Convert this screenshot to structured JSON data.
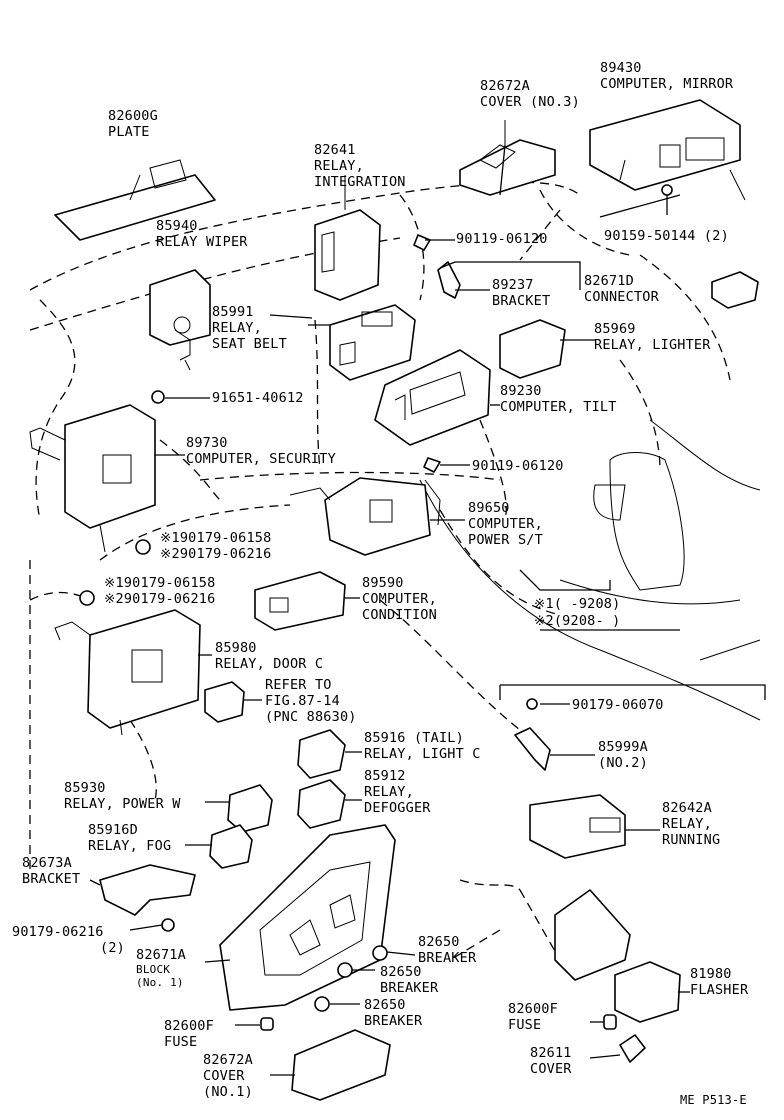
{
  "labels": {
    "plate": [
      "82600G",
      "PLATE"
    ],
    "cover3": [
      "82672A",
      "COVER (NO.3)"
    ],
    "mirror": [
      "89430",
      "COMPUTER, MIRROR"
    ],
    "integration": [
      "82641",
      "RELAY,",
      "INTEGRATION"
    ],
    "wiper": [
      "85940",
      "RELAY WIPER"
    ],
    "bolt1": [
      "90119-06120"
    ],
    "bolt2": [
      "90159-50144 (2)"
    ],
    "connector": [
      "82671D",
      "CONNECTOR"
    ],
    "bracket": [
      "89237",
      "BRACKET"
    ],
    "seatbelt": [
      "85991",
      "RELAY,",
      "SEAT BELT"
    ],
    "lighter": [
      "85969",
      "RELAY, LIGHTER"
    ],
    "bolt3": [
      "91651-40612"
    ],
    "tilt": [
      "89230",
      "COMPUTER, TILT"
    ],
    "security": [
      "89730",
      "COMPUTER, SECURITY"
    ],
    "bolt4": [
      "90119-06120"
    ],
    "powerst": [
      "89650",
      "COMPUTER,",
      "POWER S/T"
    ],
    "nut1": [
      "※190179-06158",
      "※290179-06216"
    ],
    "nut2": [
      "※190179-06158",
      "※290179-06216"
    ],
    "condition": [
      "89590",
      "COMPUTER,",
      "CONDITION"
    ],
    "ref1": [
      "※1(        -9208)"
    ],
    "ref2": [
      "※2(9208-        )"
    ],
    "doorc": [
      "85980",
      "RELAY, DOOR C"
    ],
    "refer": [
      "REFER TO",
      "FIG.87-14",
      "(PNC 88630)"
    ],
    "nut3": [
      "90179-06070"
    ],
    "tail": [
      "85916 (TAIL)",
      "RELAY, LIGHT C"
    ],
    "no2": [
      "85999A",
      "(NO.2)"
    ],
    "powerw": [
      "85930",
      "RELAY, POWER W"
    ],
    "defogger": [
      "85912",
      "RELAY,",
      "DEFOGGER"
    ],
    "running": [
      "82642A",
      "RELAY,",
      "RUNNING"
    ],
    "fog": [
      "85916D",
      "RELAY, FOG"
    ],
    "bracket2": [
      "82673A",
      "BRACKET"
    ],
    "nut4": [
      "90179-06216",
      "(2)"
    ],
    "block": [
      "82671A"
    ],
    "block_sub": [
      "BLOCK",
      "(No. 1)"
    ],
    "breaker1": [
      "82650",
      "BREAKER"
    ],
    "breaker2": [
      "82650",
      "BREAKER"
    ],
    "breaker3": [
      "82650",
      "BREAKER"
    ],
    "flasher": [
      "81980",
      "FLASHER"
    ],
    "fuse1": [
      "82600F",
      "FUSE"
    ],
    "fuse2": [
      "82600F",
      "FUSE"
    ],
    "cover2": [
      "82611",
      "COVER"
    ],
    "cover1": [
      "82672A",
      "COVER",
      "(NO.1)"
    ],
    "code": [
      "ME P513-E"
    ]
  }
}
